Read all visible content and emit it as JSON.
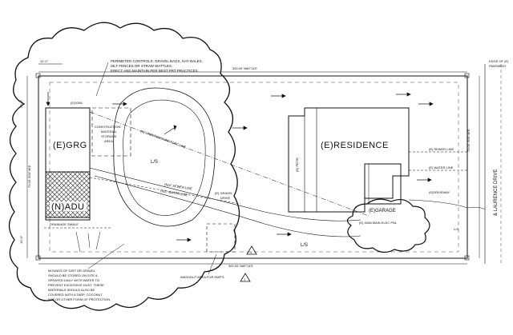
{
  "notes": {
    "perimeter_controls": [
      "PERIMETER CONTROLS: GRAVEL BAGS, HAY BALES,",
      "SILT FENCES OR STRAW WATTLES.",
      "ERECT AND MAINTAIN PER BEST PRT PRACTICES"
    ],
    "mounds": [
      "MOUNDS OF DIRT OR GRAVEL",
      "SHOULD BE STORED ON SITE &",
      "SPRAYED DAILY WITH WATER TO",
      "PREVENT EXCESSIVE DUST. THESE",
      "MATERIALS SHOULD ALSO BE",
      "COVERED WITH A TARP, COCONUT",
      "MAT OR OTHER FORM OF PROTECTION"
    ],
    "washout": "WASHOUT AREA FOR EMP'S",
    "construction_area": [
      "CONSTRUCTION",
      "MATERIAL",
      "STORAGE",
      "AREA"
    ],
    "edge_of_pavement": [
      "EDGE OF (E)",
      "PAVEMENT"
    ]
  },
  "labels": {
    "ex_grg": "(E)GRG",
    "new_adu": "(N)ADU",
    "drainage_swale": "DRAINAGE SWALE",
    "ex_residence": "(E)RESIDENCE",
    "ex_garage": "(E)GARAGE",
    "patio": "(E) PATIO",
    "sewer_line_right": "(E) SEWER LINE",
    "water_line_right": "(E) WATER LINE",
    "driveway": "(E)DRIVEWAY",
    "main_elec_pnl": "(E) 400A MAIN ELEC PNL",
    "underground_elec": "(N) UNDERGROUND ELEC LINE",
    "new_sewer": "(N)4\" SEWER LINE",
    "new_water": "(N)1\" WATER LINE",
    "gravel_drive": [
      "(E) GRAVEL",
      "DRIVE"
    ],
    "adu_power": "(E)100A",
    "street": "& LAURENCE DRIVE",
    "ls_center": "L/S",
    "ls_bottom": "L/S",
    "ls_right": "L/S"
  },
  "dimensions": {
    "top": "300.00' N89°14'E",
    "bottom": "300.00' N89°14'E",
    "left": "73.00' S00°46'E",
    "right": "73.00' S00°46'E",
    "setback_top": "10'-0\"",
    "setback_left_top": "20'-0\"",
    "setback_left_bottom": "10'-0\""
  },
  "markers": {
    "revision_1": "1",
    "revision_2": "1"
  }
}
